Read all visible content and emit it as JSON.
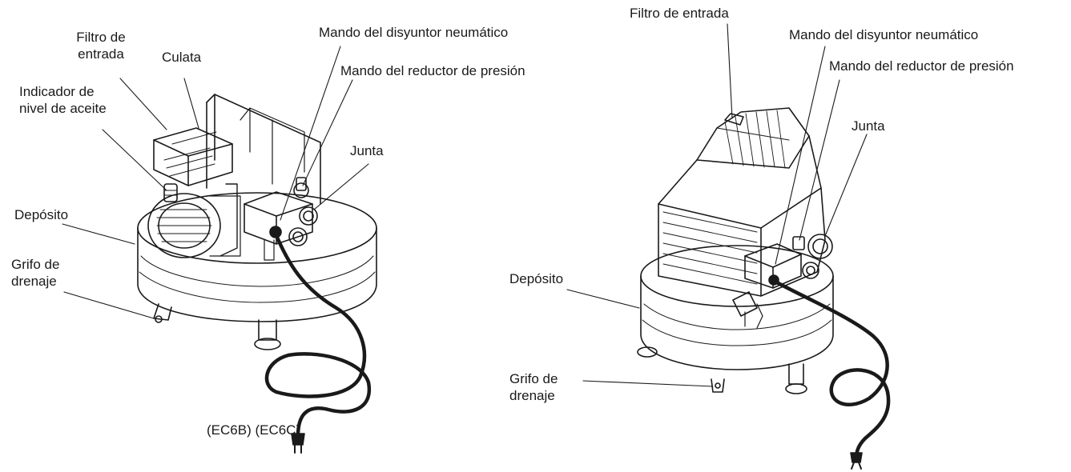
{
  "figure_left": {
    "labels": {
      "filtro_line1": "Filtro de",
      "filtro_line2": "entrada",
      "culata": "Culata",
      "indicador_line1": "Indicador de",
      "indicador_line2": "nivel de aceite",
      "mando_disyuntor": "Mando del disyuntor neumático",
      "mando_reductor": "Mando del reductor de presión",
      "junta": "Junta",
      "deposito": "Depósito",
      "grifo_line1": "Grifo de",
      "grifo_line2": "drenaje"
    },
    "model_caption": "(EC6B) (EC6C)"
  },
  "figure_right": {
    "labels": {
      "filtro": "Filtro de entrada",
      "mando_disyuntor": "Mando del disyuntor neumático",
      "mando_reductor": "Mando del reductor de presión",
      "junta": "Junta",
      "deposito": "Depósito",
      "grifo_line1": "Grifo de",
      "grifo_line2": "drenaje"
    }
  }
}
